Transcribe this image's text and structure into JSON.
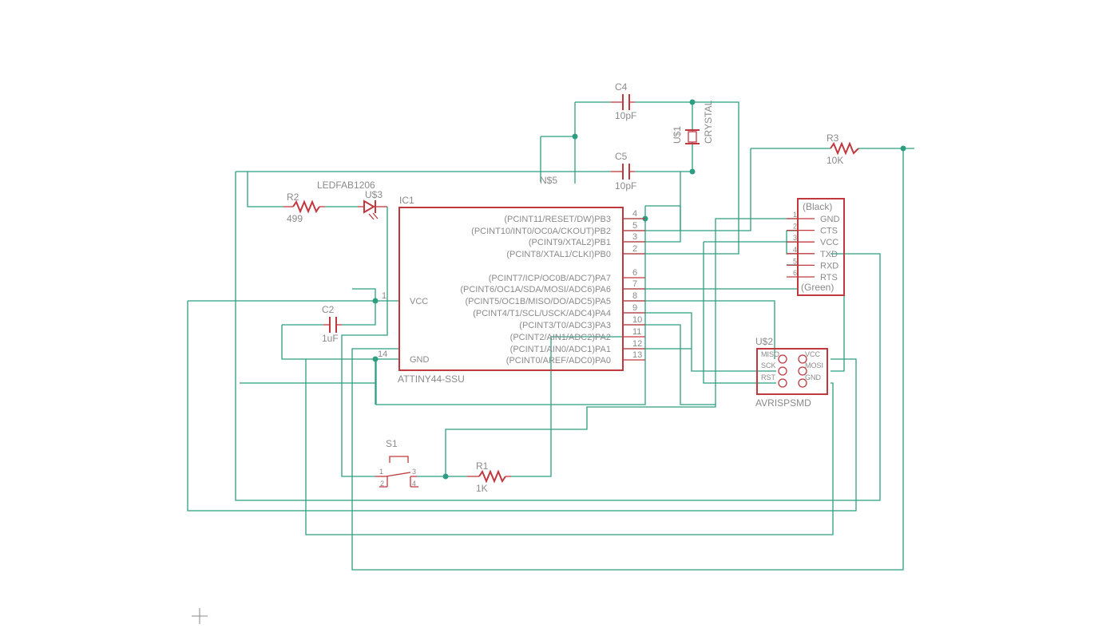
{
  "schematic": {
    "ic1": {
      "ref": "IC1",
      "value": "ATTINY44-SSU",
      "pins_right": [
        {
          "name": "(PCINT11/RESET/DW)PB3",
          "num": "4"
        },
        {
          "name": "(PCINT10/INT0/OC0A/CKOUT)PB2",
          "num": "5"
        },
        {
          "name": "(PCINT9/XTAL2)PB1",
          "num": "3"
        },
        {
          "name": "(PCINT8/XTAL1/CLKI)PB0",
          "num": "2"
        },
        {
          "name": "(PCINT7/ICP/OC0B/ADC7)PA7",
          "num": "6"
        },
        {
          "name": "(PCINT6/OC1A/SDA/MOSI/ADC6)PA6",
          "num": "7"
        },
        {
          "name": "(PCINT5/OC1B/MISO/DO/ADC5)PA5",
          "num": "8"
        },
        {
          "name": "(PCINT4/T1/SCL/USCK/ADC4)PA4",
          "num": "9"
        },
        {
          "name": "(PCINT3/T0/ADC3)PA3",
          "num": "10"
        },
        {
          "name": "(PCINT2/AIN1/ADC2)PA2",
          "num": "11"
        },
        {
          "name": "(PCINT1/AIN0/ADC1)PA1",
          "num": "12"
        },
        {
          "name": "(PCINT0/AREF/ADC0)PA0",
          "num": "13"
        }
      ],
      "vcc": {
        "name": "VCC",
        "num": "1"
      },
      "gnd": {
        "name": "GND",
        "num": "14"
      }
    },
    "c4": {
      "ref": "C4",
      "value": "10pF"
    },
    "c5": {
      "ref": "C5",
      "value": "10pF"
    },
    "c2": {
      "ref": "C2",
      "value": "1uF"
    },
    "r1": {
      "ref": "R1",
      "value": "1K"
    },
    "r2": {
      "ref": "R2",
      "value": "499"
    },
    "r3": {
      "ref": "R3",
      "value": "10K"
    },
    "u1": {
      "ref": "U$1",
      "value": "CRYSTAL"
    },
    "u3": {
      "ref": "U$3",
      "value": "LEDFAB1206"
    },
    "u5": {
      "ref": "N$5"
    },
    "s1": {
      "ref": "S1",
      "pins": [
        "1",
        "2",
        "3",
        "4"
      ]
    },
    "u2": {
      "ref": "U$2",
      "value": "AVRISPSMD",
      "pins_left": [
        "MISO",
        "SCK",
        "RST"
      ],
      "pins_right": [
        "VCC",
        "MOSI",
        "GND"
      ]
    },
    "ftdi": {
      "top_label": "(Black)",
      "bottom_label": "(Green)",
      "pins": [
        {
          "num": "1",
          "name": "GND"
        },
        {
          "num": "2",
          "name": "CTS"
        },
        {
          "num": "3",
          "name": "VCC"
        },
        {
          "num": "4",
          "name": "TXD"
        },
        {
          "num": "5",
          "name": "RXD"
        },
        {
          "num": "6",
          "name": "RTS"
        }
      ]
    }
  },
  "colors": {
    "wire": "#2e9e82",
    "symbol": "#c0393f",
    "text": "#8a8a8a"
  },
  "icons": [
    "crosshair-origin-icon"
  ]
}
